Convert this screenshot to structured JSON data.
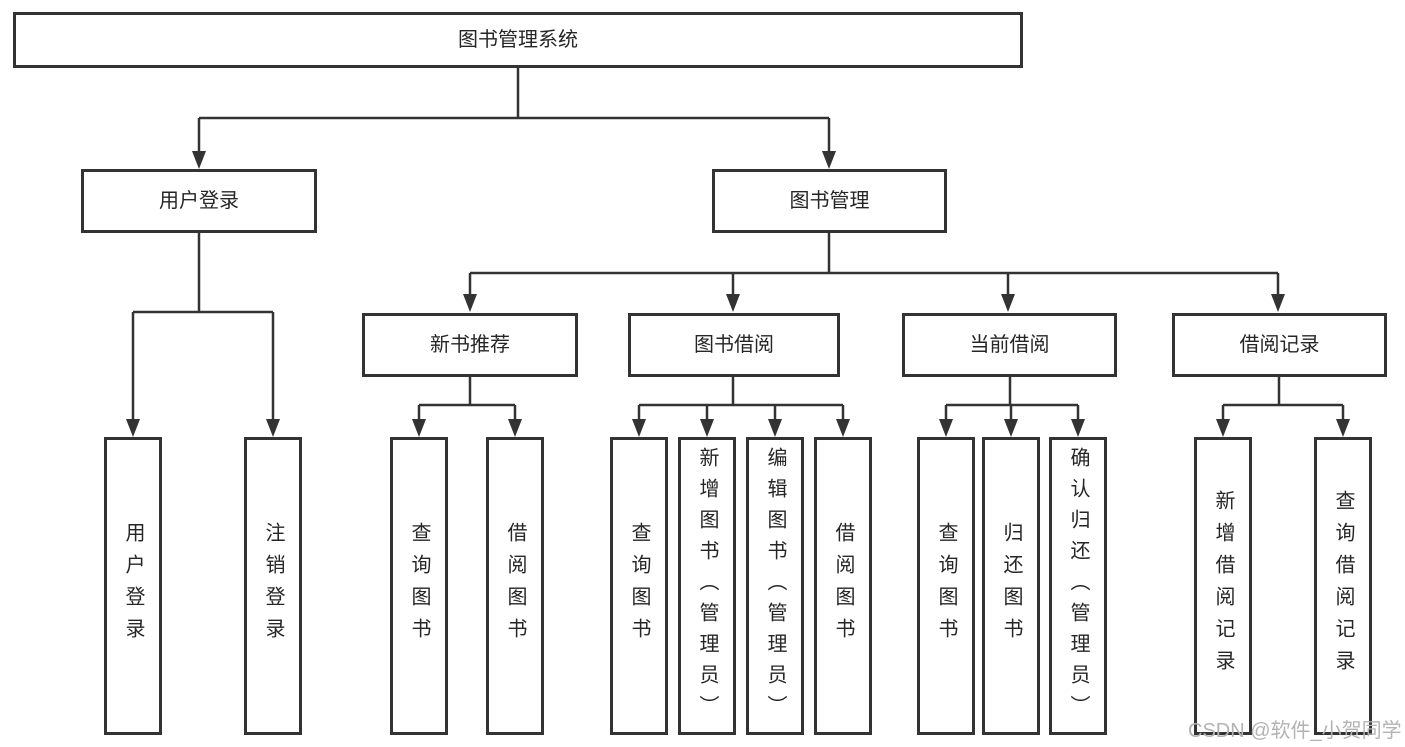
{
  "diagram_title": "图书管理系统",
  "tree": {
    "label": "图书管理系统",
    "children": [
      {
        "label": "用户登录",
        "children": [
          {
            "label": "用户登录"
          },
          {
            "label": "注销登录"
          }
        ]
      },
      {
        "label": "图书管理",
        "children": [
          {
            "label": "新书推荐",
            "children": [
              {
                "label": "查询图书"
              },
              {
                "label": "借阅图书"
              }
            ]
          },
          {
            "label": "图书借阅",
            "children": [
              {
                "label": "查询图书"
              },
              {
                "label": "新增图书（管理员）"
              },
              {
                "label": "编辑图书（管理员）"
              },
              {
                "label": "借阅图书"
              }
            ]
          },
          {
            "label": "当前借阅",
            "children": [
              {
                "label": "查询图书"
              },
              {
                "label": "归还图书"
              },
              {
                "label": "确认归还（管理员）"
              }
            ]
          },
          {
            "label": "借阅记录",
            "children": [
              {
                "label": "新增借阅记录"
              },
              {
                "label": "查询借阅记录"
              }
            ]
          }
        ]
      }
    ]
  },
  "watermark": {
    "text": "CSDN @软件_小贺同学"
  },
  "colors": {
    "line": "#333333",
    "box_border": "#333333",
    "box_text": "#262626",
    "background": "#ffffff",
    "watermark": "#b3b3b3"
  }
}
